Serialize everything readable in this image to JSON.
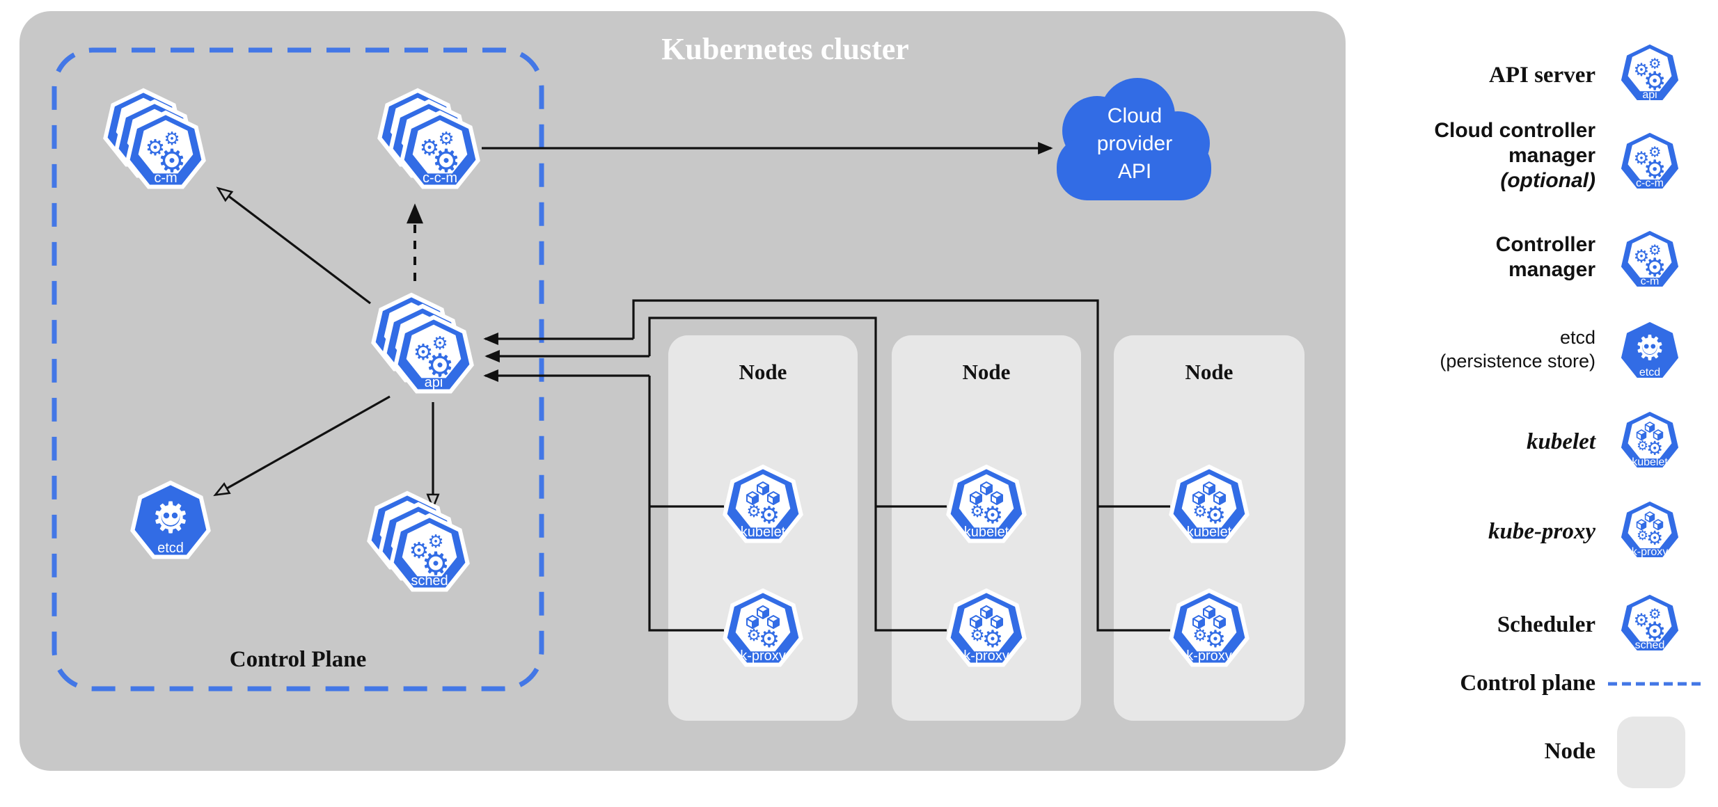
{
  "title": "Kubernetes cluster",
  "cluster": {
    "control_plane_label": "Control Plane",
    "nodes": [
      {
        "label": "Node"
      },
      {
        "label": "Node"
      },
      {
        "label": "Node"
      }
    ]
  },
  "components": {
    "api": "api",
    "c_m": "c-m",
    "c_c_m": "c-c-m",
    "etcd": "etcd",
    "sched": "sched",
    "kubelet": "kubelet",
    "k_proxy": "k-proxy"
  },
  "cloud": {
    "lines": [
      "Cloud",
      "provider",
      "API"
    ]
  },
  "legend": {
    "items": [
      {
        "label_lines": [
          "API server"
        ],
        "icon_label": "api"
      },
      {
        "label_lines": [
          "Cloud controller",
          "manager",
          "(optional)"
        ],
        "icon_label": "c-c-m"
      },
      {
        "label_lines": [
          "Controller",
          "manager"
        ],
        "icon_label": "c-m"
      },
      {
        "label_lines": [
          "etcd",
          "(persistence store)"
        ],
        "icon_label": "etcd"
      },
      {
        "label_lines": [
          "kubelet"
        ],
        "icon_label": "kubelet"
      },
      {
        "label_lines": [
          "kube-proxy"
        ],
        "icon_label": "k-proxy"
      },
      {
        "label_lines": [
          "Scheduler"
        ],
        "icon_label": "sched"
      },
      {
        "label_lines": [
          "Control plane"
        ],
        "icon_label": ""
      },
      {
        "label_lines": [
          "Node"
        ],
        "icon_label": ""
      }
    ]
  },
  "icons": {
    "gear": "⚙"
  },
  "colors": {
    "k8s_blue": "#326ce5",
    "dash_blue": "#4377e6",
    "cluster_gray": "#c8c8c8",
    "node_gray": "#e7e7e7",
    "arrow_black": "#111111"
  }
}
